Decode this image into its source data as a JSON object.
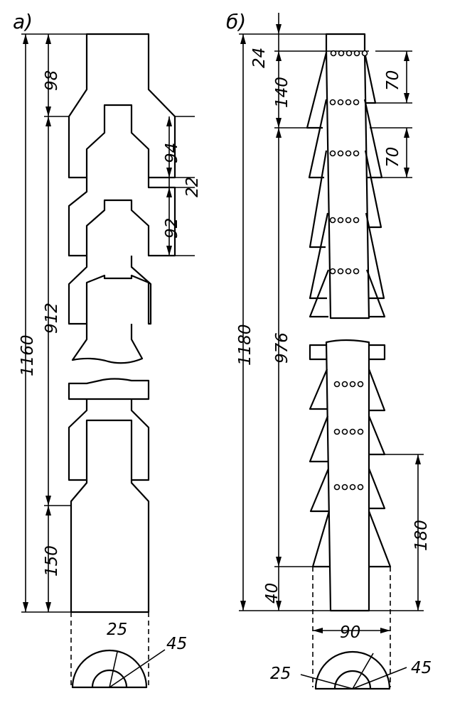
{
  "figure_a": {
    "label": "а)",
    "dims": {
      "total": "1160",
      "length": "912",
      "top": "98",
      "cup": "94",
      "gap": "22",
      "cup2": "92",
      "bottom": "150"
    },
    "section": {
      "inner": "25",
      "outer": "45"
    }
  },
  "figure_b": {
    "label": "б)",
    "dims": {
      "total": "1180",
      "length": "976",
      "top": "24",
      "pitch": "140",
      "step1": "70",
      "step2": "70",
      "lower": "180",
      "bottom": "40",
      "width": "90"
    },
    "section": {
      "inner": "25",
      "outer": "45"
    }
  }
}
